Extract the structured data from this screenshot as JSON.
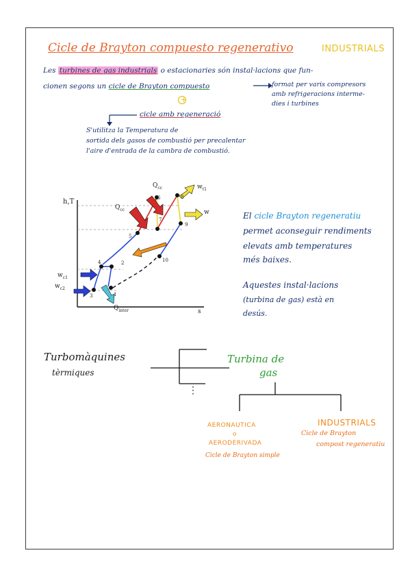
{
  "heading": {
    "title": "Cicle de Brayton compuesto regenerativo",
    "tag": "INDUSTRIALS"
  },
  "intro": {
    "line1_a": "Les",
    "line1_hl": "turbines de gas industrials",
    "line1_b": "o estacionaries són instal·lacions que fun-",
    "line2_a": "cionen segons un",
    "line2_ul": "cicle de Brayton compuesto",
    "note1": "format per varis compresors",
    "note2": "amb refrigeracions interme-",
    "note3": "dies i turbines",
    "plus": "+",
    "regen_label": "cicle amb regeneració",
    "regen1": "S'utilitza la Temperatura de",
    "regen2": "sortida dels gasos de combustió per precalentar",
    "regen3": "l'aire d'entrada de la cambra de combustió."
  },
  "diagram": {
    "y_axis": "h,T",
    "x_axis": "s",
    "q_cc1": "Q",
    "q_cc1_sub": "cc",
    "q_cc2": "Q",
    "q_cc2_sub": "cc",
    "q_inter": "Q",
    "q_inter_sub": "inter",
    "w_t1": "w",
    "w_t1_sub": "t1",
    "w_t2": "w",
    "w_c1": "w",
    "w_c1_sub": "c1",
    "w_c2": "w",
    "w_c2_sub": "c2",
    "points": [
      "1",
      "2",
      "3",
      "4",
      "5",
      "6",
      "7",
      "8",
      "9",
      "10"
    ]
  },
  "side_text": {
    "p1_a": "El",
    "p1_b": "cicle Brayton regeneratiu",
    "p1_c": "permet aconseguir rendiments",
    "p1_d": "elevats amb temperatures",
    "p1_e": "més baixes.",
    "p2_a": "Aquestes instal·lacions",
    "p2_b": "(turbina de gas) està en",
    "p2_c": "desús."
  },
  "tree": {
    "root1": "Turbomàquines",
    "root2": "tèrmiques",
    "branch1": "Turbina de",
    "branch2": "gas",
    "dots": "⋮",
    "aero1": "AERONAUTICA",
    "aero2": "o",
    "aero3": "AERODERIVADA",
    "aero4": "Cicle de Brayton simple",
    "ind1": "INDUSTRIALS",
    "ind2": "Cicle de Brayton",
    "ind3": "compost regeneratiu"
  },
  "colors": {
    "orange": "#e8632b",
    "yellow": "#e7c11e",
    "navy": "#17306e",
    "pink": "#f3a6d8",
    "green": "#2d9b33",
    "cyan": "#1c8fd4"
  }
}
